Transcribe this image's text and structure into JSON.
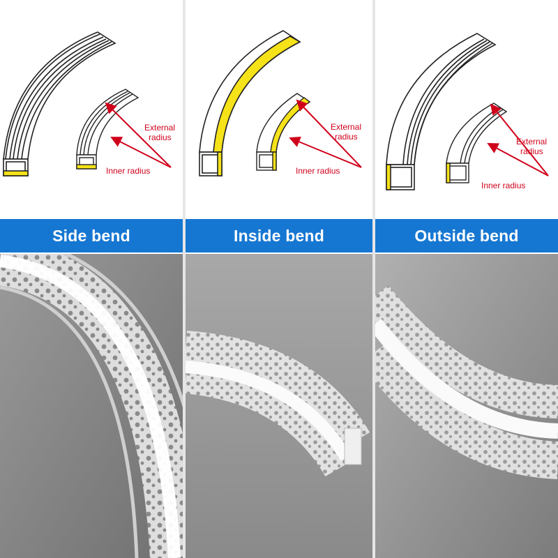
{
  "colors": {
    "banner": "#1677d2",
    "banner_text": "#ffffff",
    "annotation": "#d0021b",
    "led_strip": "#f5e219",
    "outline": "#222222"
  },
  "panels": [
    {
      "title": "Side bend",
      "labels": {
        "external_radius": [
          "External",
          "radius"
        ],
        "inner_radius": "Inner radius"
      }
    },
    {
      "title": "Inside bend",
      "labels": {
        "external_radius": [
          "External",
          "radius"
        ],
        "inner_radius": "Inner radius"
      }
    },
    {
      "title": "Outside bend",
      "labels": {
        "external_radius": [
          "External",
          "radius"
        ],
        "inner_radius": "Inner radius"
      }
    }
  ]
}
